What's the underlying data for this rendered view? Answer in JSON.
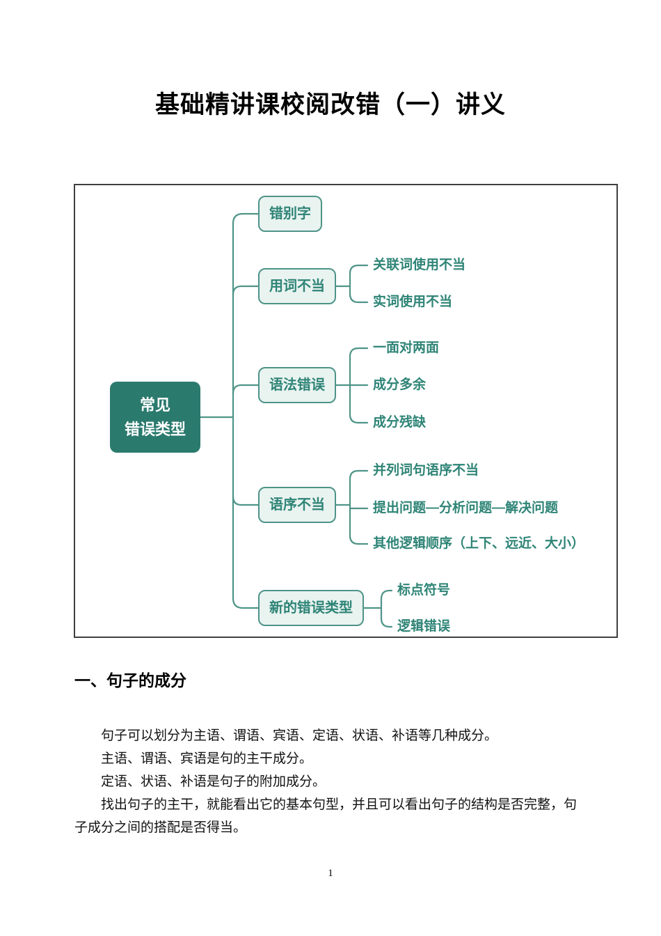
{
  "page": {
    "title": "基础精讲课校阅改错（一）讲义",
    "page_number": "1"
  },
  "mindmap": {
    "root": {
      "line1": "常见",
      "line2": "错误类型"
    },
    "branches": [
      {
        "label": "错别字",
        "children": []
      },
      {
        "label": "用词不当",
        "children": [
          "关联词使用不当",
          "实词使用不当"
        ]
      },
      {
        "label": "语法错误",
        "children": [
          "一面对两面",
          "成分多余",
          "成分残缺"
        ]
      },
      {
        "label": "语序不当",
        "children": [
          "并列词句语序不当",
          "提出问题—分析问题—解决问题",
          "其他逻辑顺序（上下、远近、大小）"
        ]
      },
      {
        "label": "新的错误类型",
        "children": [
          "标点符号",
          "逻辑错误"
        ]
      }
    ],
    "colors": {
      "root_fill": "#2b7a6e",
      "root_text": "#ffffff",
      "node_fill": "#e9f3f0",
      "node_border": "#4e9488",
      "node_text": "#2e8476",
      "connector_line": "#4e9488",
      "frame_border": "#3f3f3f"
    }
  },
  "section": {
    "heading": "一、句子的成分",
    "paragraphs": [
      "句子可以划分为主语、谓语、宾语、定语、状语、补语等几种成分。",
      "主语、谓语、宾语是句的主干成分。",
      "定语、状语、补语是句子的附加成分。",
      "找出句子的主干，就能看出它的基本句型，并且可以看出句子的结构是否完整，句子成分之间的搭配是否得当。"
    ]
  }
}
